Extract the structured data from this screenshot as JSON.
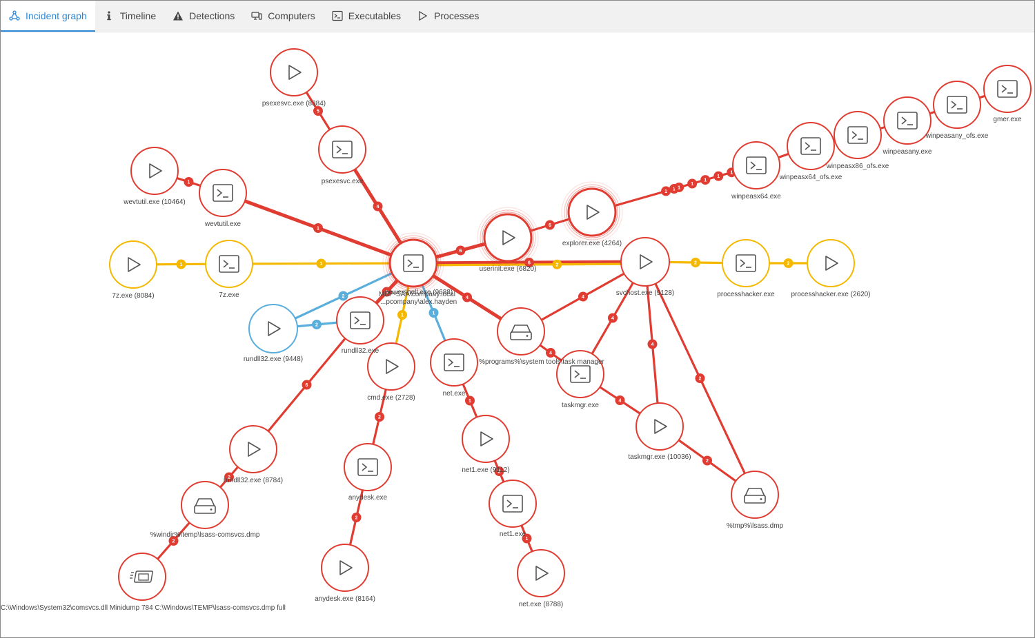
{
  "tabs": [
    {
      "label": "Incident graph",
      "icon": "graph-icon",
      "active": true
    },
    {
      "label": "Timeline",
      "icon": "info-icon",
      "active": false
    },
    {
      "label": "Detections",
      "icon": "warning-icon",
      "active": false
    },
    {
      "label": "Computers",
      "icon": "computers-icon",
      "active": false
    },
    {
      "label": "Executables",
      "icon": "terminal-icon",
      "active": false
    },
    {
      "label": "Processes",
      "icon": "play-icon",
      "active": false
    }
  ],
  "colors": {
    "red": "#e03c31",
    "yellow": "#f5b800",
    "blue": "#5aaedb",
    "accent": "#2b88d8",
    "icon": "#555555"
  },
  "nodes": [
    {
      "id": "center",
      "type": "exe",
      "label": "powershell.exe (9688) / MSP-SAA\\company.local / ...pcompany\\alex.hayden",
      "color": "red",
      "focus": true
    },
    {
      "id": "psexesvc_p",
      "type": "proc",
      "label": "psexesvc.exe (8384)",
      "color": "red"
    },
    {
      "id": "psexesvc_e",
      "type": "exe",
      "label": "psexesvc.exe",
      "color": "red"
    },
    {
      "id": "wevtutil_p",
      "type": "proc",
      "label": "wevtutil.exe (10464)",
      "color": "red"
    },
    {
      "id": "wevtutil_e",
      "type": "exe",
      "label": "wevtutil.exe",
      "color": "red"
    },
    {
      "id": "z7_p",
      "type": "proc",
      "label": "7z.exe (8084)",
      "color": "yellow"
    },
    {
      "id": "z7_e",
      "type": "exe",
      "label": "7z.exe",
      "color": "yellow"
    },
    {
      "id": "rundll_p1",
      "type": "proc",
      "label": "rundll32.exe (9448)",
      "color": "blue"
    },
    {
      "id": "rundll_e",
      "type": "exe",
      "label": "rundll32.exe",
      "color": "red"
    },
    {
      "id": "rundll_p2",
      "type": "proc",
      "label": "rundll32.exe (8784)",
      "color": "red"
    },
    {
      "id": "lsass_file",
      "type": "file",
      "label": "%windir%\\temp\\lsass-comsvcs.dmp",
      "color": "red"
    },
    {
      "id": "cmdline",
      "type": "cmd",
      "label": "C:\\Windows\\System32\\comsvcs.dll Minidump 784 C:\\Windows\\TEMP\\lsass-comsvcs.dmp full",
      "color": "red"
    },
    {
      "id": "cmd_p",
      "type": "proc",
      "label": "cmd.exe (2728)",
      "color": "red"
    },
    {
      "id": "anydesk_e",
      "type": "exe",
      "label": "anydesk.exe",
      "color": "red"
    },
    {
      "id": "anydesk_p",
      "type": "proc",
      "label": "anydesk.exe (8164)",
      "color": "red"
    },
    {
      "id": "net_e",
      "type": "exe",
      "label": "net.exe",
      "color": "red"
    },
    {
      "id": "net1_p",
      "type": "proc",
      "label": "net1.exe (9112)",
      "color": "red"
    },
    {
      "id": "net1_e",
      "type": "exe",
      "label": "net1.exe",
      "color": "red"
    },
    {
      "id": "net_p",
      "type": "proc",
      "label": "net.exe (8788)",
      "color": "red"
    },
    {
      "id": "taskmgr_file",
      "type": "file",
      "label": "%programs%\\system tools\\task manager",
      "color": "red"
    },
    {
      "id": "taskmgr_e",
      "type": "exe",
      "label": "taskmgr.exe",
      "color": "red"
    },
    {
      "id": "taskmgr_p",
      "type": "proc",
      "label": "taskmgr.exe (10036)",
      "color": "red"
    },
    {
      "id": "svchost_p",
      "type": "proc",
      "label": "svchost.exe (9128)",
      "color": "red"
    },
    {
      "id": "tmp_lsass",
      "type": "file",
      "label": "%tmp%\\lsass.dmp",
      "color": "red"
    },
    {
      "id": "userinit_p",
      "type": "proc",
      "label": "userinit.exe (6820)",
      "color": "red",
      "focus": true
    },
    {
      "id": "explorer_p",
      "type": "proc",
      "label": "explorer.exe (4264)",
      "color": "red",
      "focus": true
    },
    {
      "id": "ph_e",
      "type": "exe",
      "label": "processhacker.exe",
      "color": "yellow"
    },
    {
      "id": "ph_p",
      "type": "proc",
      "label": "processhacker.exe (2620)",
      "color": "yellow"
    },
    {
      "id": "wpx64",
      "type": "exe",
      "label": "winpeasx64.exe",
      "color": "red"
    },
    {
      "id": "wpx64ofs",
      "type": "exe",
      "label": "winpeasx64_ofs.exe",
      "color": "red"
    },
    {
      "id": "wpx86ofs",
      "type": "exe",
      "label": "winpeasx86_ofs.exe",
      "color": "red"
    },
    {
      "id": "wpany",
      "type": "exe",
      "label": "winpeasany.exe",
      "color": "red"
    },
    {
      "id": "wpanyofs",
      "type": "exe",
      "label": "winpeasany_ofs.exe",
      "color": "red"
    },
    {
      "id": "gmer",
      "type": "exe",
      "label": "gmer.exe",
      "color": "red"
    }
  ],
  "edges": [
    {
      "from": "psexesvc_p",
      "to": "psexesvc_e",
      "color": "red",
      "badge": "5"
    },
    {
      "from": "psexesvc_e",
      "to": "center",
      "color": "red",
      "badge": "4"
    },
    {
      "from": "wevtutil_p",
      "to": "wevtutil_e",
      "color": "red",
      "badge": "1"
    },
    {
      "from": "wevtutil_e",
      "to": "center",
      "color": "red",
      "badge": "1"
    },
    {
      "from": "z7_p",
      "to": "z7_e",
      "color": "yellow",
      "badge": "1"
    },
    {
      "from": "z7_e",
      "to": "center",
      "color": "yellow",
      "badge": "1"
    },
    {
      "from": "rundll_p1",
      "to": "center",
      "color": "blue",
      "badge": "2"
    },
    {
      "from": "rundll_p1",
      "to": "rundll_e",
      "color": "blue",
      "badge": "2"
    },
    {
      "from": "rundll_e",
      "to": "center",
      "color": "red",
      "badge": "6"
    },
    {
      "from": "rundll_e",
      "to": "rundll_p2",
      "color": "red",
      "badge": "6"
    },
    {
      "from": "rundll_p2",
      "to": "lsass_file",
      "color": "red",
      "badge": "2"
    },
    {
      "from": "lsass_file",
      "to": "cmdline",
      "color": "red",
      "badge": "2"
    },
    {
      "from": "center",
      "to": "cmd_p",
      "color": "yellow",
      "badge": "1"
    },
    {
      "from": "cmd_p",
      "to": "anydesk_e",
      "color": "red",
      "badge": "2"
    },
    {
      "from": "anydesk_e",
      "to": "anydesk_p",
      "color": "red",
      "badge": "2"
    },
    {
      "from": "center",
      "to": "net_e",
      "color": "blue",
      "badge": "1"
    },
    {
      "from": "net_e",
      "to": "net1_p",
      "color": "red",
      "badge": "1"
    },
    {
      "from": "net1_p",
      "to": "net1_e",
      "color": "red",
      "badge": "2"
    },
    {
      "from": "net1_e",
      "to": "net_p",
      "color": "red",
      "badge": "1"
    },
    {
      "from": "center",
      "to": "taskmgr_file",
      "color": "red",
      "badge": "4"
    },
    {
      "from": "taskmgr_file",
      "to": "taskmgr_e",
      "color": "red",
      "badge": "4"
    },
    {
      "from": "taskmgr_e",
      "to": "taskmgr_p",
      "color": "red",
      "badge": "4"
    },
    {
      "from": "taskmgr_file",
      "to": "svchost_p",
      "color": "red",
      "badge": "4"
    },
    {
      "from": "taskmgr_e",
      "to": "svchost_p",
      "color": "red",
      "badge": "4"
    },
    {
      "from": "svchost_p",
      "to": "taskmgr_p",
      "color": "red",
      "badge": "4"
    },
    {
      "from": "svchost_p",
      "to": "tmp_lsass",
      "color": "red",
      "badge": "2"
    },
    {
      "from": "taskmgr_p",
      "to": "tmp_lsass",
      "color": "red",
      "badge": "2"
    },
    {
      "from": "center",
      "to": "userinit_p",
      "color": "red",
      "badge": "6"
    },
    {
      "from": "center",
      "to": "svchost_p",
      "color": "red",
      "badge": "6"
    },
    {
      "from": "center",
      "to": "svchost_p",
      "color": "yellow",
      "badge": "2"
    },
    {
      "from": "userinit_p",
      "to": "explorer_p",
      "color": "red",
      "badge": "6"
    },
    {
      "from": "explorer_p",
      "to": "wpx64",
      "color": "red",
      "badge": "1"
    },
    {
      "from": "svchost_p",
      "to": "ph_e",
      "color": "yellow",
      "badge": "2"
    },
    {
      "from": "ph_e",
      "to": "ph_p",
      "color": "yellow",
      "badge": "2"
    },
    {
      "from": "wpx64",
      "to": "wpx64ofs",
      "color": "red",
      "badge": ""
    },
    {
      "from": "wpx64ofs",
      "to": "wpx86ofs",
      "color": "red",
      "badge": ""
    },
    {
      "from": "wpx86ofs",
      "to": "wpany",
      "color": "red",
      "badge": ""
    },
    {
      "from": "wpany",
      "to": "wpanyofs",
      "color": "red",
      "badge": ""
    },
    {
      "from": "wpanyofs",
      "to": "gmer",
      "color": "red",
      "badge": ""
    }
  ],
  "chain_badges": [
    "1",
    "1",
    "1",
    "1",
    "1",
    "1"
  ]
}
